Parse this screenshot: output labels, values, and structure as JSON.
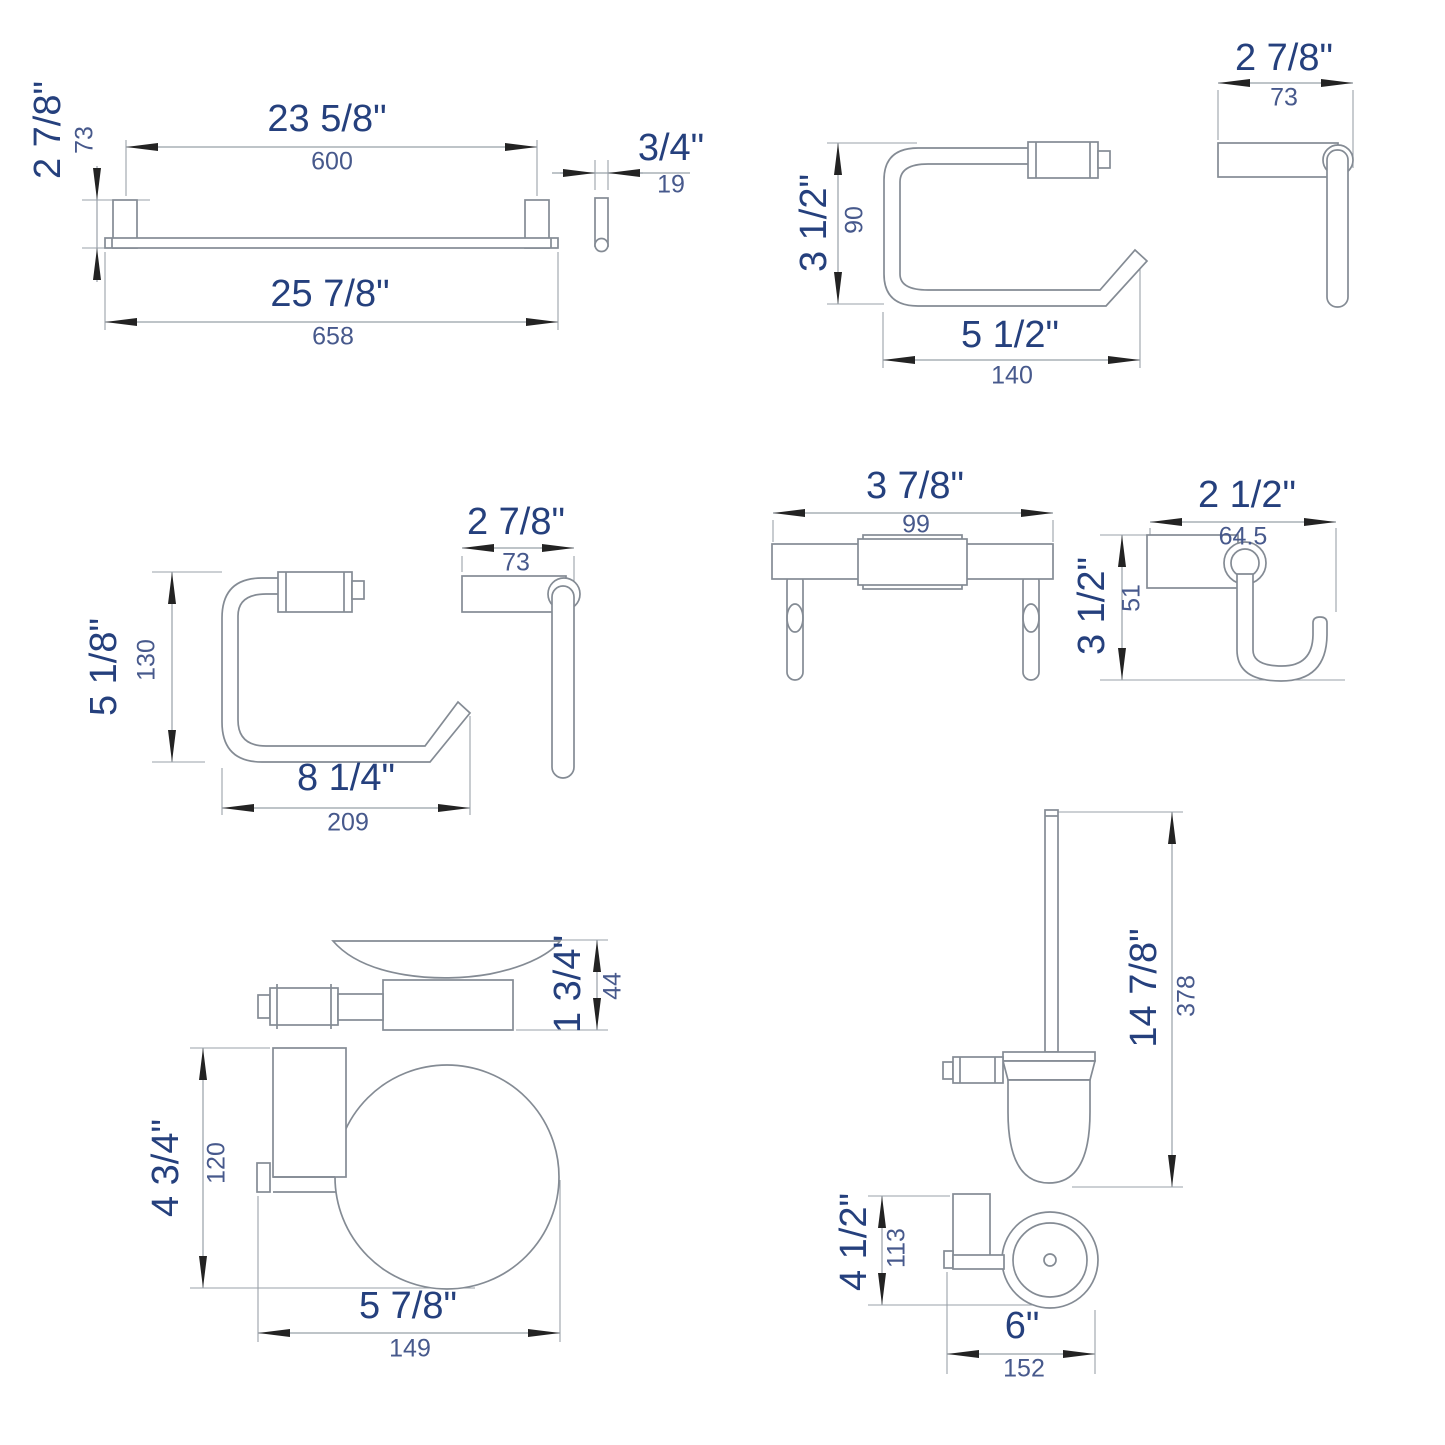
{
  "document": {
    "kind": "technical-dimension-drawing",
    "background": "#ffffff",
    "units": [
      "inches",
      "millimeters"
    ]
  },
  "colors": {
    "inch_text": "#25407d",
    "mm_text": "#47598c",
    "drawing_line": "#848b94",
    "dimension_line": "#98a0a8",
    "arrow": "#232323"
  },
  "parts": {
    "towel_bar": {
      "length_in": "23 5/8\"",
      "length_mm": "600",
      "height_in": "2 7/8\"",
      "height_mm": "73",
      "overall_in": "25 7/8\"",
      "overall_mm": "658",
      "bar_dia_in": "3/4\"",
      "bar_dia_mm": "19"
    },
    "paper_holder": {
      "height_in": "3 1/2\"",
      "height_mm": "90",
      "width_in": "5 1/2\"",
      "width_mm": "140",
      "depth_in": "2 7/8\"",
      "depth_mm": "73"
    },
    "towel_ring": {
      "height_in": "5 1/8\"",
      "height_mm": "130",
      "width_in": "8 1/4\"",
      "width_mm": "209",
      "depth_in": "2 7/8\"",
      "depth_mm": "73"
    },
    "double_hook": {
      "width_in": "3 7/8\"",
      "width_mm": "99",
      "depth_in": "2 1/2\"",
      "depth_mm": "64.5",
      "height_in": "3 1/2\"",
      "height_mm": "51"
    },
    "soap_dish": {
      "height_in": "1 3/4\"",
      "height_mm": "44",
      "depth_in": "4 3/4\"",
      "depth_mm": "120",
      "width_in": "5 7/8\"",
      "width_mm": "149"
    },
    "toilet_brush": {
      "height_in": "14 7/8\"",
      "height_mm": "378",
      "depth_in": "4 1/2\"",
      "depth_mm": "113",
      "width_in": "6\"",
      "width_mm": "152"
    }
  }
}
